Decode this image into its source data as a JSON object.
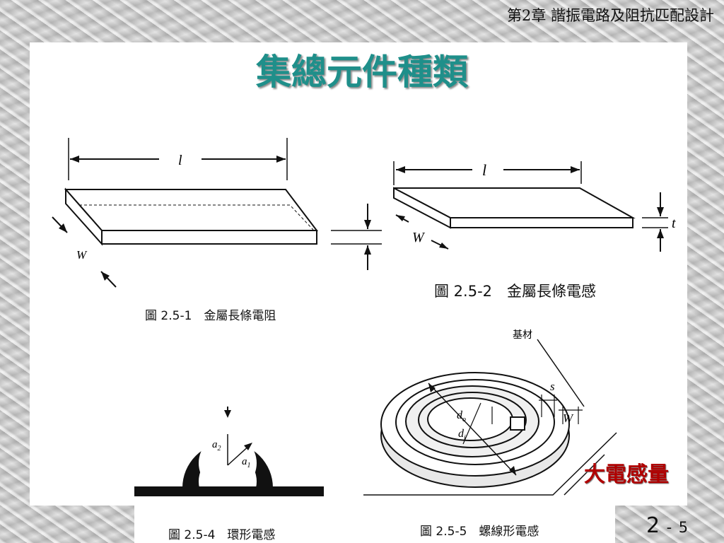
{
  "header": {
    "chapter": "第2章 諧振電路及阻抗匹配設計"
  },
  "slide": {
    "title": "集總元件種類"
  },
  "figures": {
    "fig1": {
      "caption": "圖 2.5-1　金屬長條電阻",
      "length_label": "l",
      "width_label": "W"
    },
    "fig2": {
      "caption": "圖 2.5-2　金屬長條電感",
      "length_label": "l",
      "width_label": "W",
      "thickness_label": "t"
    },
    "fig3": {
      "caption": "圖 2.5-4　環形電感",
      "radius_outer_label": "a",
      "radius_outer_sub": "2",
      "radius_inner_label": "a",
      "radius_inner_sub": "1"
    },
    "fig4": {
      "caption": "圖 2.5-5　螺線形電感",
      "substrate_label": "基材",
      "spacing_label": "s",
      "width_label": "W",
      "outer_diam_label": "d",
      "outer_diam_sub": "o",
      "inner_diam_label": "d",
      "inner_diam_sub": "i"
    }
  },
  "annotation": {
    "large_inductance": "大電感量",
    "color": "#b00000"
  },
  "footer": {
    "page_major": "2",
    "page_separator": "-",
    "page_minor": "5"
  },
  "colors": {
    "title": "#1f8f8a"
  }
}
